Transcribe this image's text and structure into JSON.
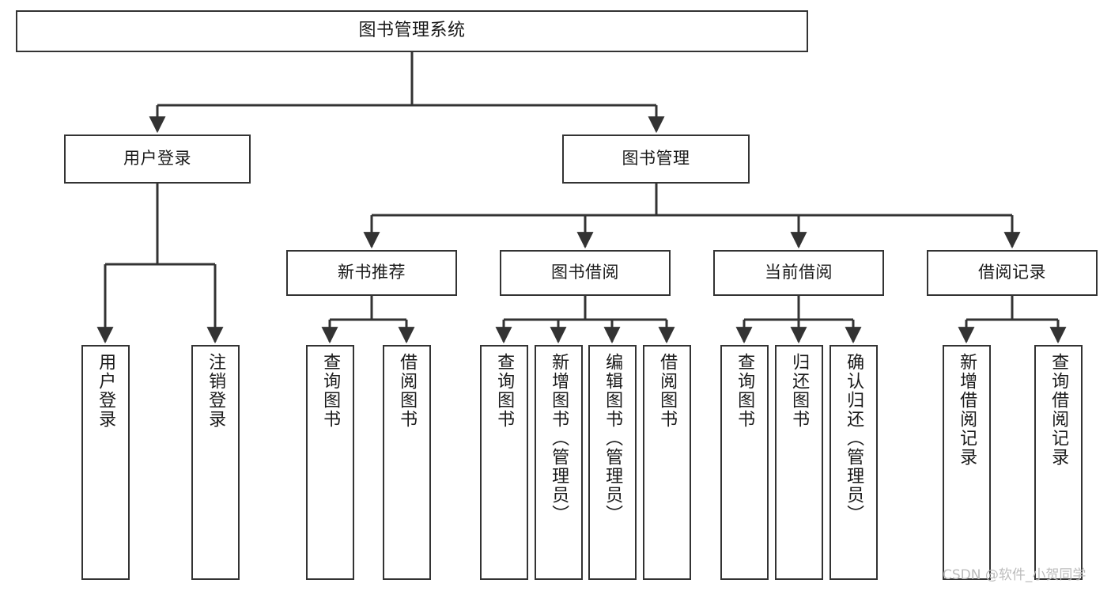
{
  "diagram": {
    "title": "图书管理系统",
    "type": "tree-hierarchy-chart",
    "colors": {
      "box_border": "#333333",
      "box_fill": "#ffffff",
      "connector": "#333333",
      "text": "#1a1a1a",
      "watermark": "#b9b9b9",
      "background": "#ffffff"
    },
    "root": {
      "label": "图书管理系统"
    },
    "level2": [
      {
        "label": "用户登录"
      },
      {
        "label": "图书管理"
      }
    ],
    "level3": [
      {
        "label": "新书推荐"
      },
      {
        "label": "图书借阅"
      },
      {
        "label": "当前借阅"
      },
      {
        "label": "借阅记录"
      }
    ],
    "leaves": {
      "user_login": [
        {
          "label": "用户登录"
        },
        {
          "label": "注销登录"
        }
      ],
      "new_book_recommend": [
        {
          "label": "查询图书"
        },
        {
          "label": "借阅图书"
        }
      ],
      "book_borrow": [
        {
          "label": "查询图书"
        },
        {
          "label": "新增图书（管理员）"
        },
        {
          "label": "编辑图书（管理员）"
        },
        {
          "label": "借阅图书"
        }
      ],
      "current_borrow": [
        {
          "label": "查询图书"
        },
        {
          "label": "归还图书"
        },
        {
          "label": "确认归还（管理员）"
        }
      ],
      "borrow_record": [
        {
          "label": "新增借阅记录"
        },
        {
          "label": "查询借阅记录"
        }
      ]
    }
  },
  "watermark": {
    "text": "CSDN @软件_小贺同学"
  }
}
